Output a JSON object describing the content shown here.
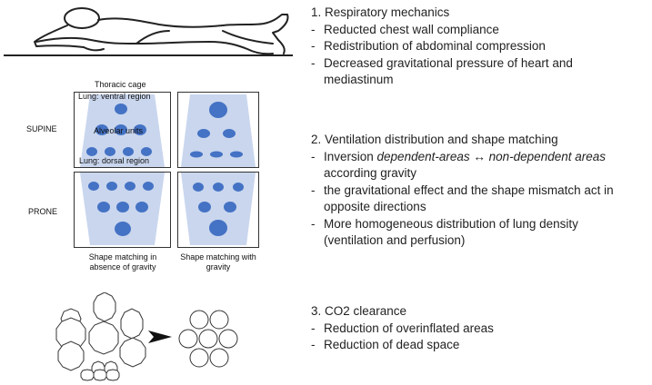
{
  "sections": [
    {
      "heading": "1.  Respiratory mechanics",
      "bullets": [
        "Reducted chest wall compliance",
        "Redistribution of abdominal compression",
        "Decreased gravitational pressure of heart and",
        "mediastinum"
      ]
    },
    {
      "heading": "2.  Ventilation distribution and shape matching",
      "bullets": [
        "Inversion ",
        "dependent-areas",
        " ↔ ",
        "non-dependent  areas",
        "according gravity",
        "the gravitational effect and the shape mismatch act in",
        "opposite directions",
        "More homogeneous distribution of lung density",
        "(ventilation and perfusion)"
      ]
    },
    {
      "heading": "3.  CO2 clearance",
      "bullets": [
        "Reduction of overinflated areas",
        "Reduction of dead space"
      ]
    }
  ],
  "panel_labels": {
    "thoracic_cage": "Thoracic cage",
    "ventral_region": "Lung: ventral region",
    "alveolar_units": "Alveolar units",
    "dorsal_region": "Lung: dorsal region",
    "supine": "SUPINE",
    "prone": "PRONE",
    "caption_left_1": "Shape matching in",
    "caption_left_2": "absence of gravity",
    "caption_right_1": "Shape matching with",
    "caption_right_2": "gravity"
  },
  "colors": {
    "lung_fill": "#c9d6ee",
    "alveolus": "#4472c4",
    "frame": "#333333",
    "text": "#222222"
  },
  "icons": [
    "prone-patient-figure",
    "arrow-right-icon",
    "alveoli-before",
    "alveoli-after"
  ]
}
